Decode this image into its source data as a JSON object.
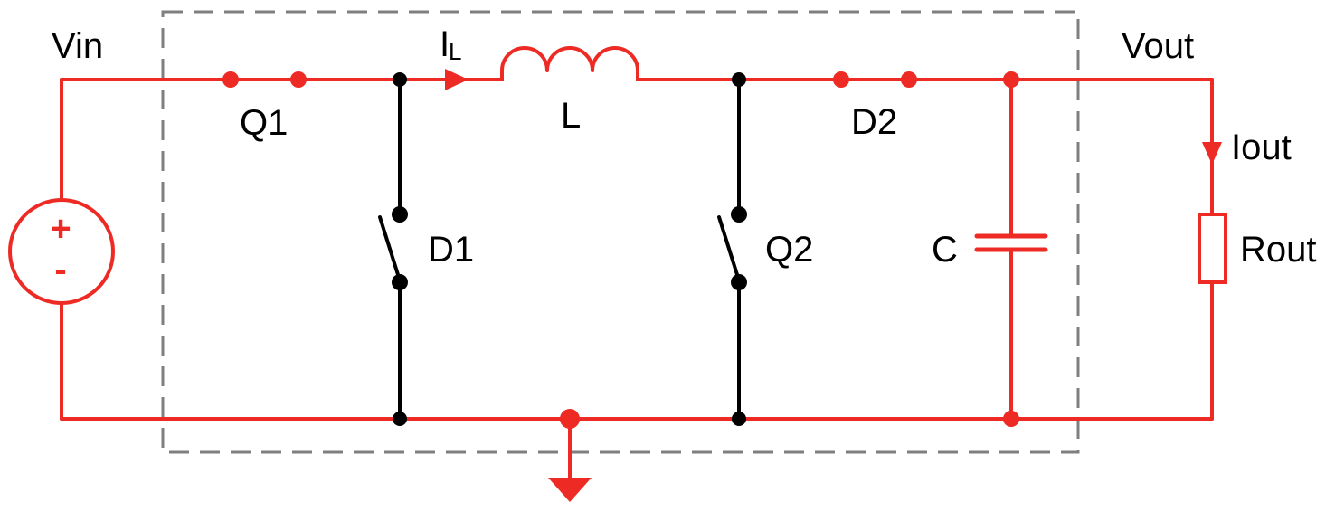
{
  "colors": {
    "active_path": "#ee2a24",
    "inactive_switch": "#000000",
    "boundary": "#7f7f7f",
    "label": "#000000",
    "background": "#ffffff"
  },
  "labels": {
    "vin": "Vin",
    "vout": "Vout",
    "inductor_current": "I",
    "inductor_current_sub": "L",
    "inductor": "L",
    "switch_q1": "Q1",
    "diode_d1": "D1",
    "switch_q2": "Q2",
    "diode_d2": "D2",
    "capacitor": "C",
    "output_current": "Iout",
    "load_resistor": "Rout"
  },
  "source": {
    "plus": "+",
    "minus": "-"
  },
  "switch_states": {
    "Q1": "closed",
    "D1": "open",
    "Q2": "open",
    "D2": "closed"
  },
  "icons": {
    "source": "voltage-source-icon",
    "inductor": "inductor-coil-icon",
    "capacitor": "capacitor-icon",
    "resistor": "resistor-icon",
    "ground": "ground-arrow-icon"
  }
}
